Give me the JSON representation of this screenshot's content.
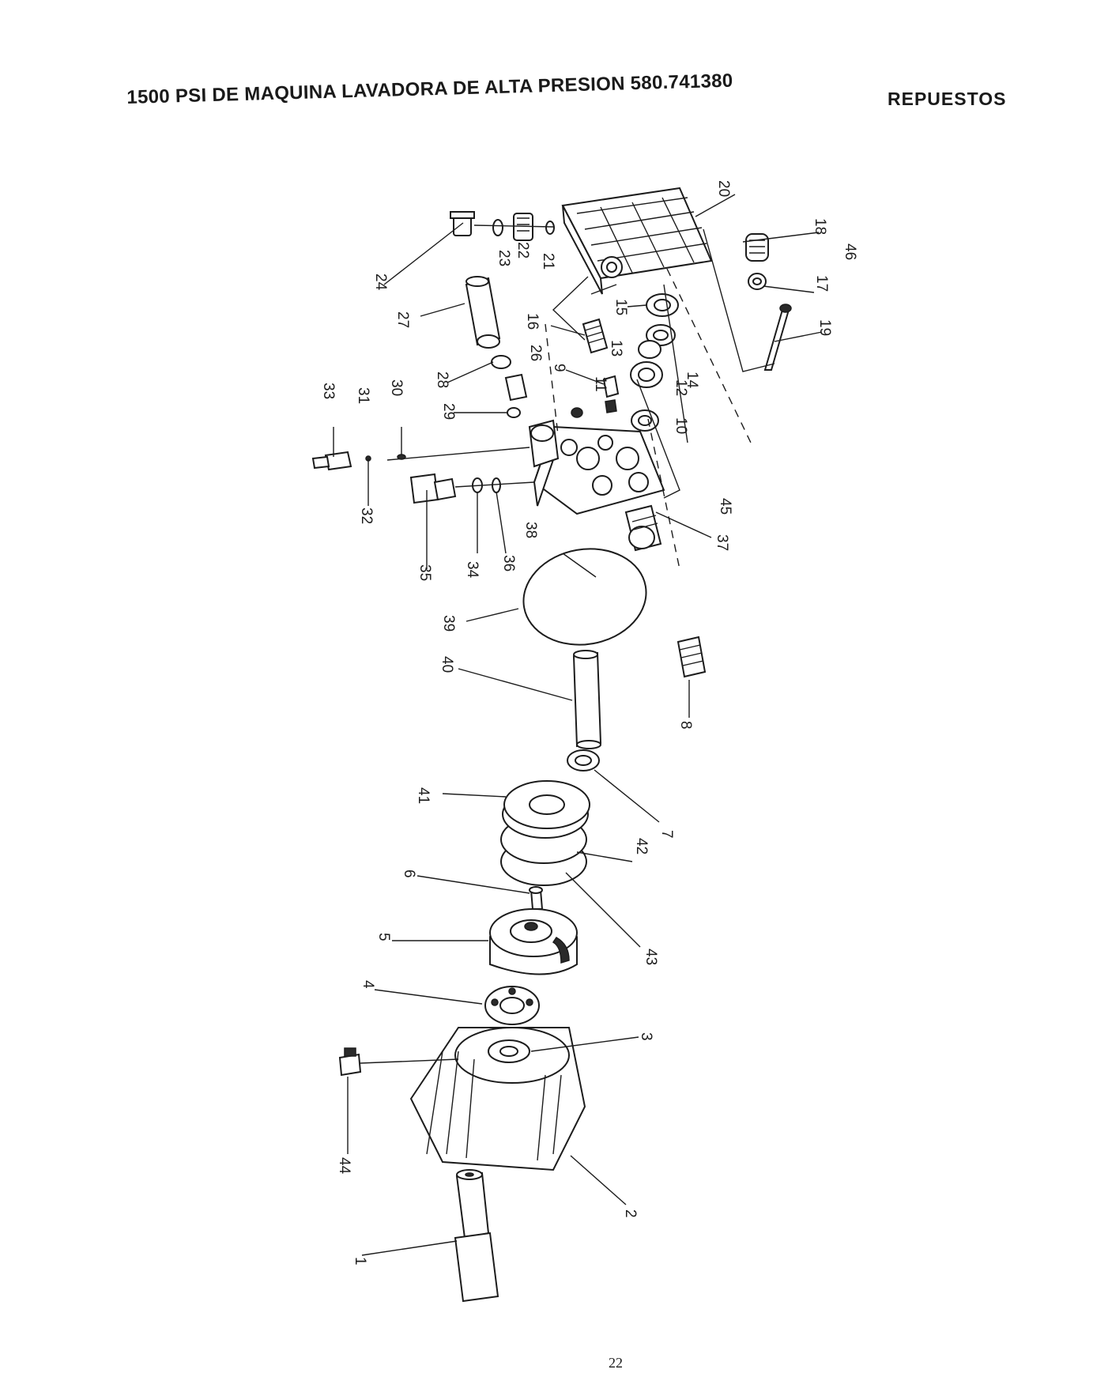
{
  "header": {
    "title": "1500 PSI DE MAQUINA LAVADORA DE ALTA PRESION 580.741380",
    "section": "REPUESTOS"
  },
  "callouts": [
    "1",
    "2",
    "3",
    "4",
    "5",
    "6",
    "7",
    "8",
    "9",
    "10",
    "11",
    "12",
    "13",
    "14",
    "15",
    "16",
    "17",
    "18",
    "19",
    "20",
    "21",
    "22",
    "23",
    "24",
    "26",
    "27",
    "28",
    "29",
    "30",
    "31",
    "32",
    "33",
    "34",
    "35",
    "36",
    "37",
    "38",
    "39",
    "40",
    "41",
    "42",
    "43",
    "44",
    "45",
    "46"
  ],
  "page_number": "22"
}
